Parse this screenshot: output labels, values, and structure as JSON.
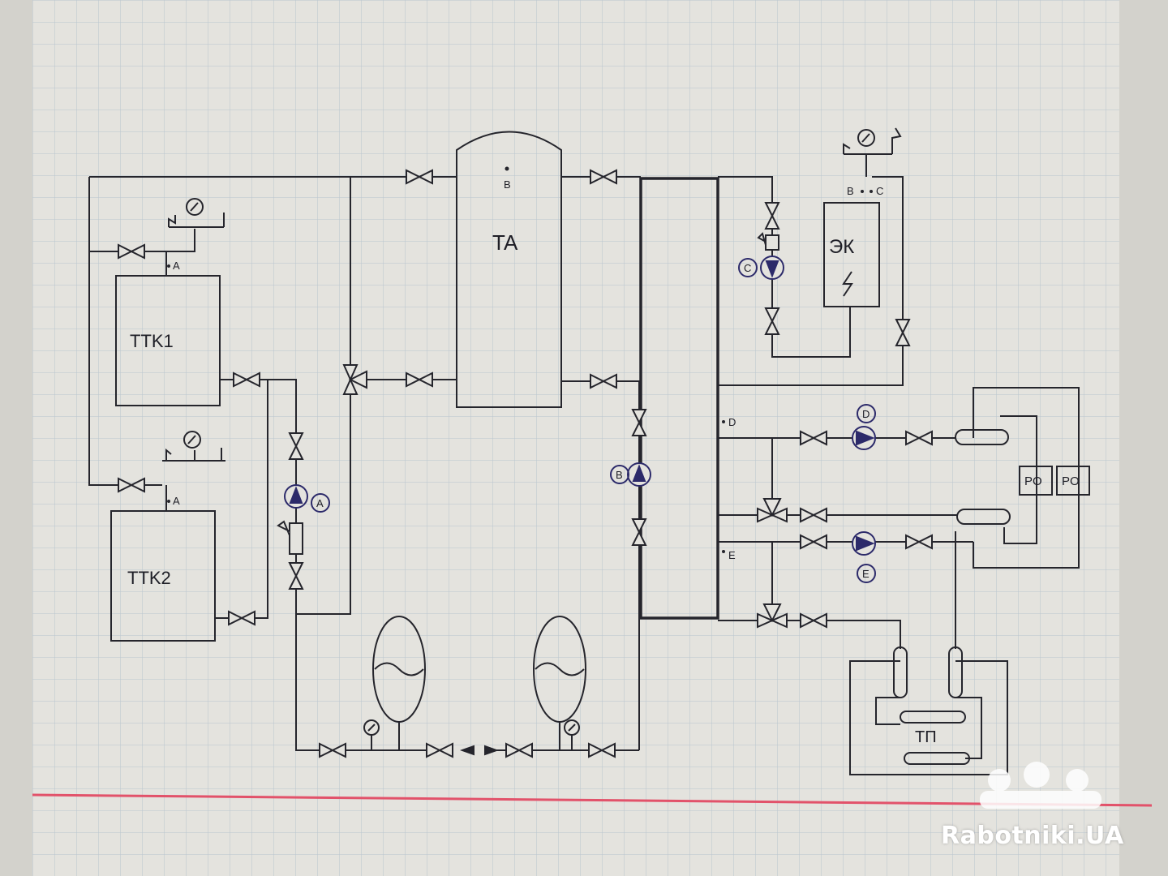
{
  "colors": {
    "paper": "#e4e3de",
    "grid": "#b9c4cf",
    "ink": "#25252c",
    "pump_ink": "#2c2a6a",
    "margin_line": "#e2526a",
    "watermark": "#ffffff"
  },
  "labels": {
    "tank_accumulator": "TA",
    "boiler_1": "TTK1",
    "boiler_2": "TTK2",
    "electric_boiler": "ЭК",
    "floor_heating": "ТП",
    "regulator_1": "PO",
    "regulator_2": "PO"
  },
  "points": {
    "a_boiler1": "A",
    "a_boiler2": "A",
    "b_tank": "B",
    "b_ek": "B",
    "c_ek": "C",
    "d_collector": "D",
    "e_collector": "E"
  },
  "pumps": {
    "a": "A",
    "b": "B",
    "c": "C",
    "d": "D",
    "e": "E"
  },
  "watermark": {
    "text": "Rabotniki.UA",
    "icon": "three-workers-helmet-icon"
  }
}
